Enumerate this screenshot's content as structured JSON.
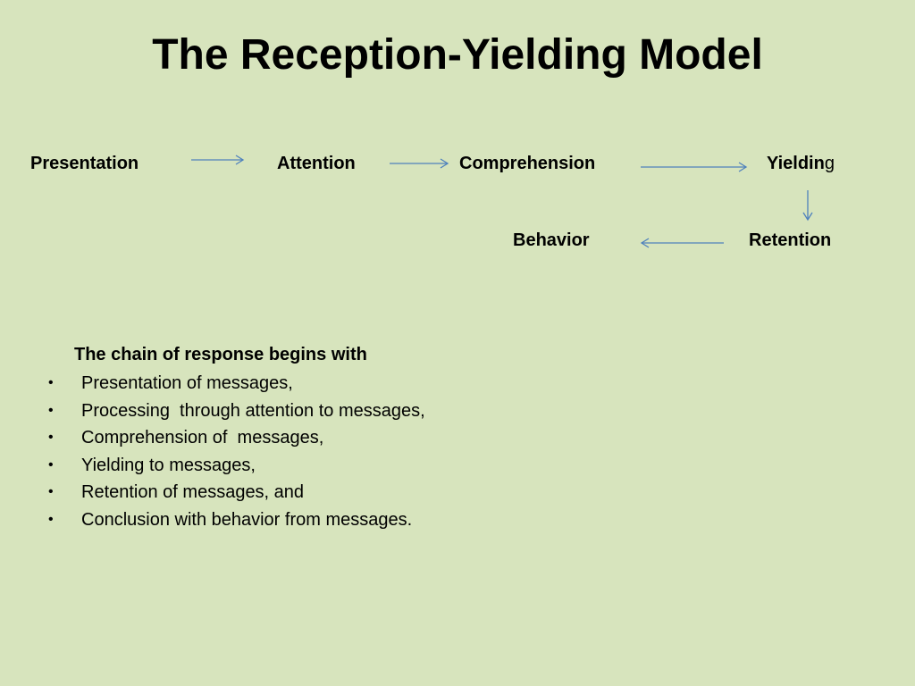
{
  "slide": {
    "title": "The Reception-Yielding Model"
  },
  "diagram": {
    "nodes": {
      "presentation": "Presentation",
      "attention": "Attention",
      "comprehension": "Comprehension",
      "yielding_main": "Yieldin",
      "yielding_last": "g",
      "retention": "Retention",
      "behavior": "Behavior"
    },
    "arrow_color": "#4f81bd"
  },
  "chain": {
    "heading": "The chain of response  begins with",
    "bullet": "•",
    "items": [
      "Presentation of messages,",
      "Processing  through attention to messages,",
      "Comprehension of  messages,",
      "Yielding to messages,",
      "Retention of messages, and",
      "Conclusion with behavior from messages."
    ]
  }
}
